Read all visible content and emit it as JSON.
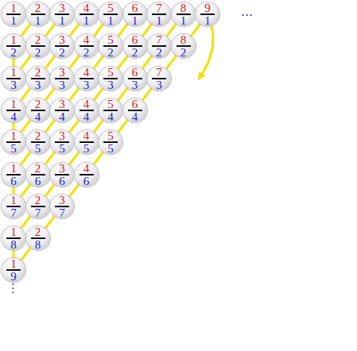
{
  "diagram": {
    "nodes": [
      {
        "text": [
          "1",
          "1"
        ]
      },
      {
        "text": [
          "2",
          "1"
        ]
      },
      {
        "text": [
          "3",
          "1"
        ]
      },
      {
        "text": [
          "4",
          "1"
        ]
      },
      {
        "text": [
          "5",
          "1"
        ]
      },
      {
        "text": [
          "6",
          "1"
        ]
      },
      {
        "text": [
          "7",
          "1"
        ]
      },
      {
        "text": [
          "8",
          "1"
        ]
      },
      {
        "text": [
          "9",
          "1"
        ]
      },
      {
        "text": [
          "1",
          "2"
        ]
      },
      {
        "text": [
          "2",
          "2"
        ]
      },
      {
        "text": [
          "3",
          "2"
        ]
      },
      {
        "text": [
          "4",
          "2"
        ]
      },
      {
        "text": [
          "5",
          "2"
        ]
      },
      {
        "text": [
          "6",
          "2"
        ]
      },
      {
        "text": [
          "7",
          "2"
        ]
      },
      {
        "text": [
          "8",
          "2"
        ]
      },
      {
        "text": [
          "1",
          "3"
        ]
      },
      {
        "text": [
          "2",
          "3"
        ]
      },
      {
        "text": [
          "3",
          "3"
        ]
      },
      {
        "text": [
          "4",
          "3"
        ]
      },
      {
        "text": [
          "5",
          "3"
        ]
      },
      {
        "text": [
          "6",
          "3"
        ]
      },
      {
        "text": [
          "7",
          "3"
        ]
      },
      {
        "text": [
          "1",
          "4"
        ]
      },
      {
        "text": [
          "2",
          "4"
        ]
      },
      {
        "text": [
          "3",
          "4"
        ]
      },
      {
        "text": [
          "4",
          "4"
        ]
      },
      {
        "text": [
          "5",
          "4"
        ]
      },
      {
        "text": [
          "6",
          "4"
        ]
      },
      {
        "text": [
          "1",
          "5"
        ]
      },
      {
        "text": [
          "2",
          "5"
        ]
      },
      {
        "text": [
          "3",
          "5"
        ]
      },
      {
        "text": [
          "4",
          "5"
        ]
      },
      {
        "text": [
          "5",
          "5"
        ]
      },
      {
        "text": [
          "1",
          "6"
        ]
      },
      {
        "text": [
          "2",
          "6"
        ]
      },
      {
        "text": [
          "3",
          "6"
        ]
      },
      {
        "text": [
          "4",
          "6"
        ]
      },
      {
        "text": [
          "1",
          "7"
        ]
      },
      {
        "text": [
          "2",
          "7"
        ]
      },
      {
        "text": [
          "3",
          "7"
        ]
      },
      {
        "text": [
          "1",
          "8"
        ]
      },
      {
        "text": [
          "2",
          "8"
        ]
      },
      {
        "text": [
          "1",
          "9"
        ]
      }
    ],
    "labels": [
      "…",
      "⋮"
    ]
  }
}
